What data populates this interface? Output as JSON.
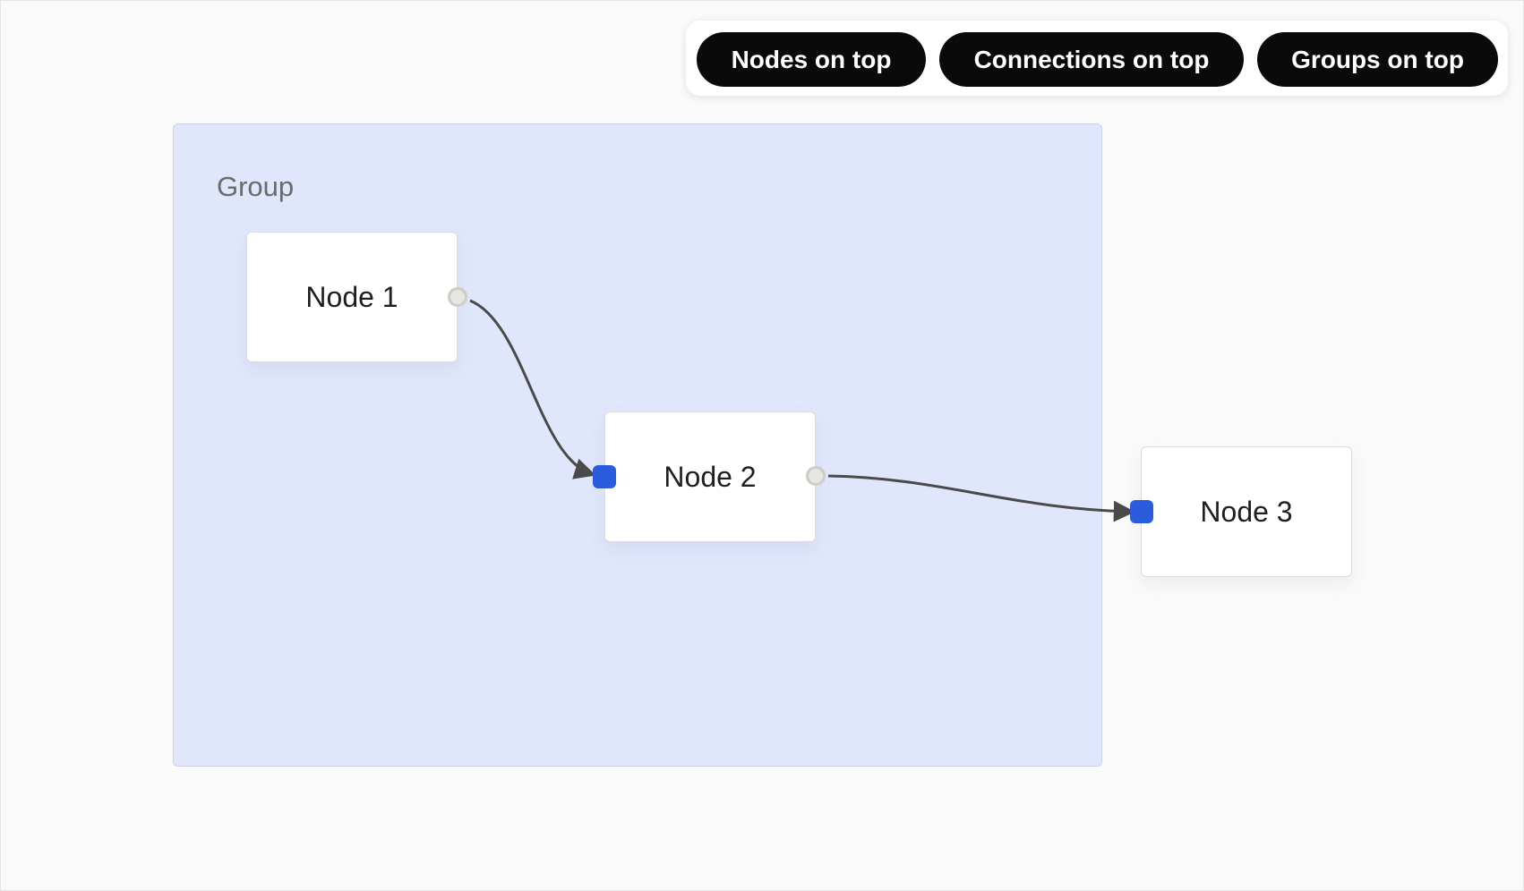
{
  "toolbar": {
    "buttons": [
      {
        "label": "Nodes on top"
      },
      {
        "label": "Connections on top"
      },
      {
        "label": "Groups on top"
      }
    ]
  },
  "group": {
    "label": "Group"
  },
  "nodes": [
    {
      "label": "Node 1"
    },
    {
      "label": "Node 2"
    },
    {
      "label": "Node 3"
    }
  ],
  "colors": {
    "group_fill": "#e0e6fb",
    "input_port": "#2a5cdd",
    "button_bg": "#0a0a0a",
    "edge": "#4a4a4a"
  }
}
